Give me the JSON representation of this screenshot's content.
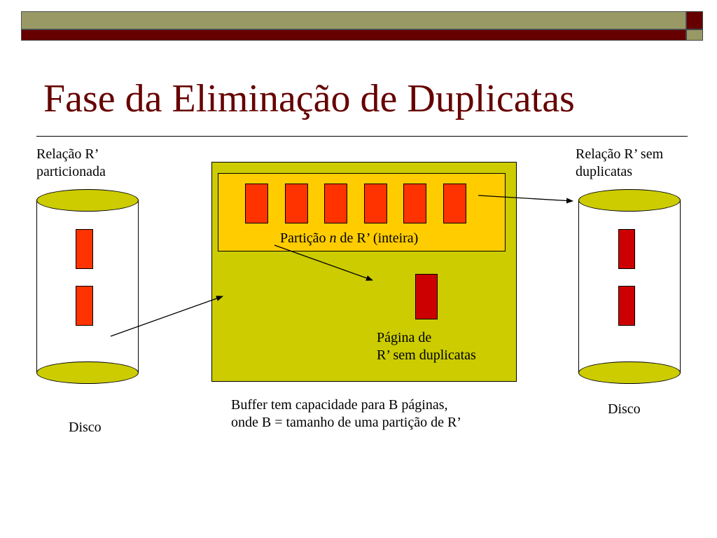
{
  "title": "Fase da Eliminação de Duplicatas",
  "left_disk": {
    "label_line1": "Relação R’",
    "label_line2": "particionada",
    "caption": "Disco"
  },
  "right_disk": {
    "label_line1": "Relação R’ sem",
    "label_line2": "duplicatas",
    "caption": "Disco"
  },
  "buffer": {
    "partition_label_pre": "Partição ",
    "partition_label_n": "n",
    "partition_label_post": " de R’ (inteira)",
    "output_page_line1": "Página de",
    "output_page_line2": "R’ sem duplicatas",
    "caption_line1": "Buffer tem capacidade para B páginas,",
    "caption_line2": "onde B = tamanho de uma partição de R’"
  },
  "colors": {
    "title": "#660000",
    "buffer": "#cccc00",
    "partition": "#ffcc00",
    "input_page": "#ff3300",
    "output_page": "#cc0000",
    "bar_olive": "#999966",
    "bar_maroon": "#660000"
  }
}
